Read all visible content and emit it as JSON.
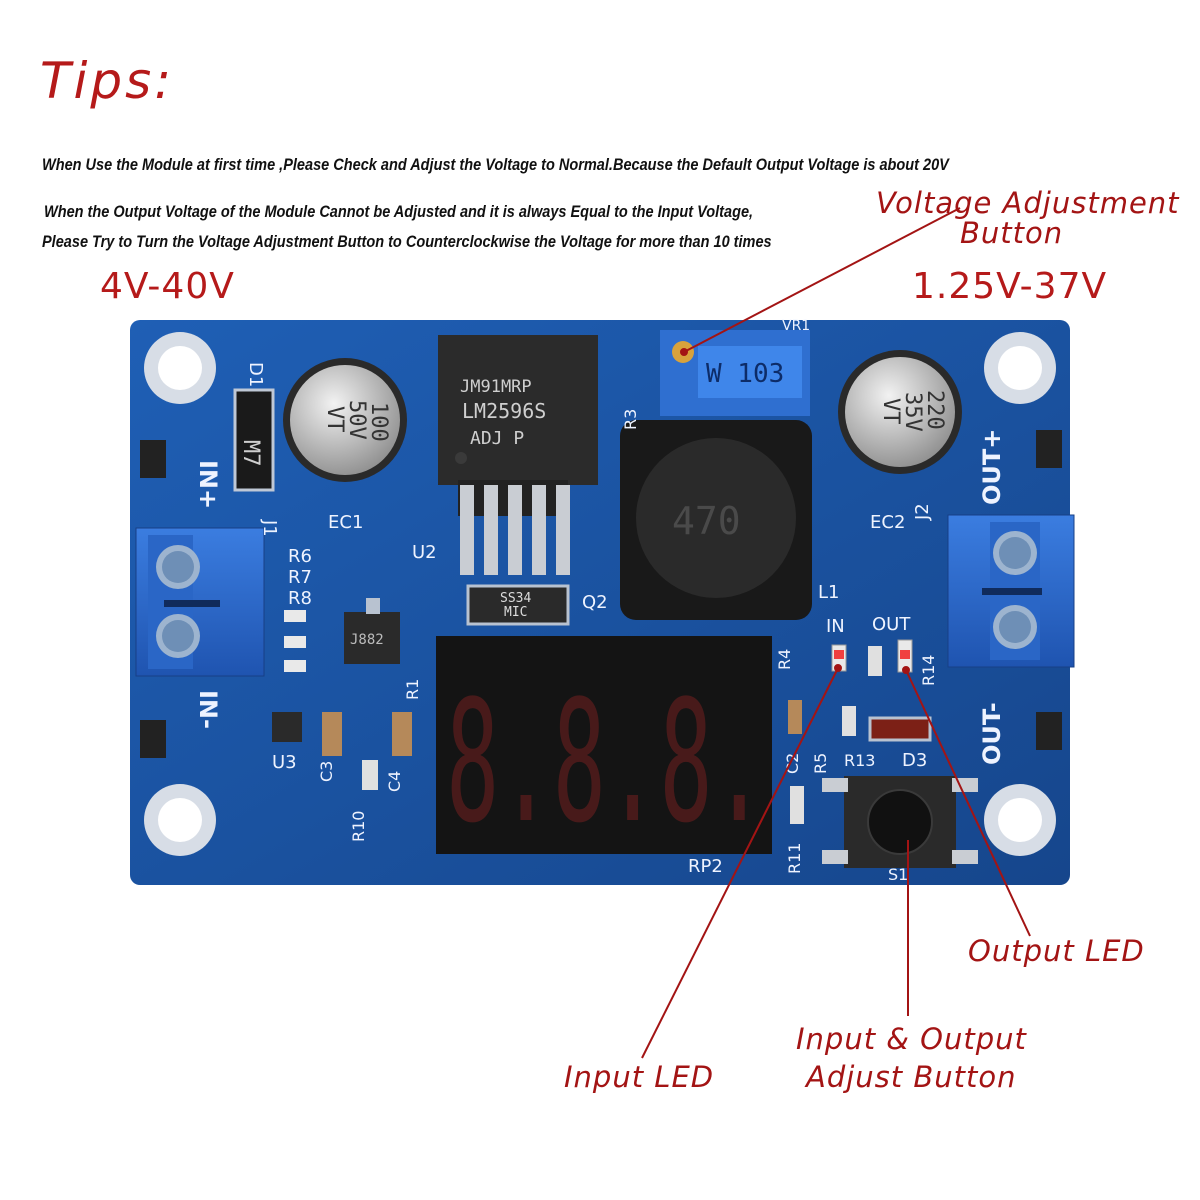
{
  "tips": {
    "title": "Tips:",
    "line1": "When Use the Module at first time ,Please Check and Adjust the Voltage to Normal.Because the Default Output Voltage is about 20V",
    "line2": "When the Output Voltage of the Module Cannot be Adjusted and it is always Equal to the Input Voltage,",
    "line3": "Please Try to Turn the Voltage Adjustment Button to Counterclockwise the Voltage for more than 10 times"
  },
  "ranges": {
    "input": "4V-40V",
    "output": "1.25V-37V"
  },
  "callouts": {
    "voltage_adjustment_line1": "Voltage Adjustment",
    "voltage_adjustment_line2": "Button",
    "output_led": "Output LED",
    "input_led": "Input LED",
    "adjust_button_line1": "Input & Output",
    "adjust_button_line2": "Adjust Button"
  },
  "board": {
    "labels": {
      "in_plus": "IN+",
      "in_minus": "IN-",
      "out_plus": "OUT+",
      "out_minus": "OUT-",
      "ec1": "EC1",
      "ec2": "EC2",
      "u2": "U2",
      "u3": "U3",
      "l1": "L1",
      "vr1": "VR1",
      "j1": "J1",
      "j2": "J2",
      "d1": "D1",
      "d3": "D3",
      "q2": "Q2",
      "rp2": "RP2",
      "r3": "R3",
      "r6": "R6",
      "r7": "R7",
      "r8": "R8",
      "r1": "R1",
      "r4": "R4",
      "r14": "R14",
      "r13": "R13",
      "r5": "R5",
      "r10": "R10",
      "r11": "R11",
      "c2": "C2",
      "c3": "C3",
      "c4": "C4",
      "s1": "S1",
      "led_in": "IN",
      "led_out": "OUT",
      "cap1_line1": "100",
      "cap1_line2": "50V",
      "cap1_line3": "VT",
      "cap2_line1": "220",
      "cap2_line2": "35V",
      "cap2_line3": "VT",
      "ic_line1": "JM91MRP",
      "ic_line2": "LM2596S",
      "ic_line3": "ADJ    P",
      "pot": "W 103",
      "inductor": "470",
      "diode_line1": "SS34",
      "diode_line2": "MIC",
      "diode_m7": "M7",
      "transistor": "J882",
      "display": "8.8.8."
    }
  },
  "colors": {
    "red_text": "#a31414",
    "board_blue": "#1c57a8",
    "terminal_blue": "#2f6fd6",
    "display_red": "#ff3030"
  }
}
